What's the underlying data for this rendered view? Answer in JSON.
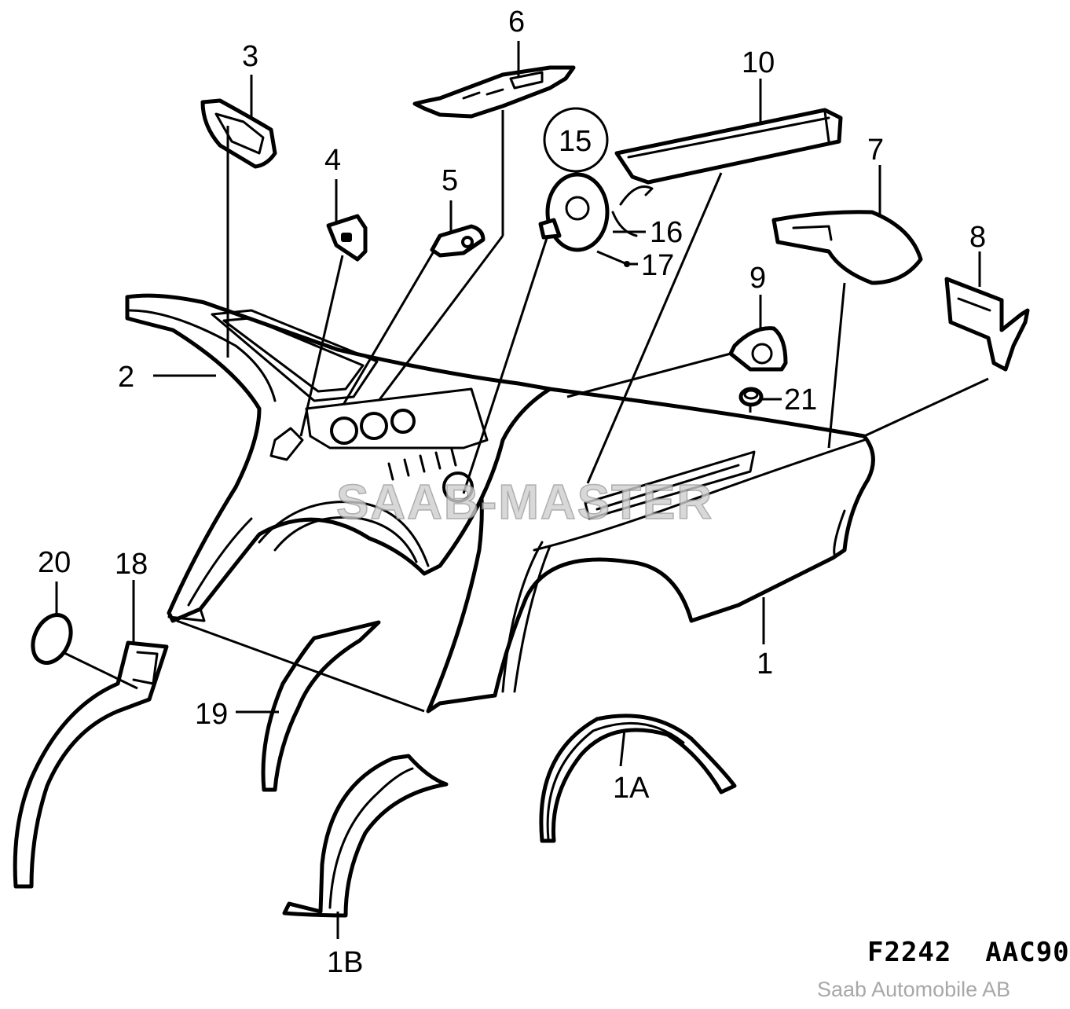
{
  "diagram": {
    "callouts": {
      "c1": "1",
      "c1A": "1A",
      "c1B": "1B",
      "c2": "2",
      "c3": "3",
      "c4": "4",
      "c5": "5",
      "c6": "6",
      "c7": "7",
      "c8": "8",
      "c9": "9",
      "c10": "10",
      "c15": "15",
      "c16": "16",
      "c17": "17",
      "c18": "18",
      "c19": "19",
      "c20": "20",
      "c21": "21"
    },
    "watermark": "SAAB-MASTER",
    "drawing_code": "F2242  AAC90",
    "copyright": "Saab Automobile AB"
  }
}
